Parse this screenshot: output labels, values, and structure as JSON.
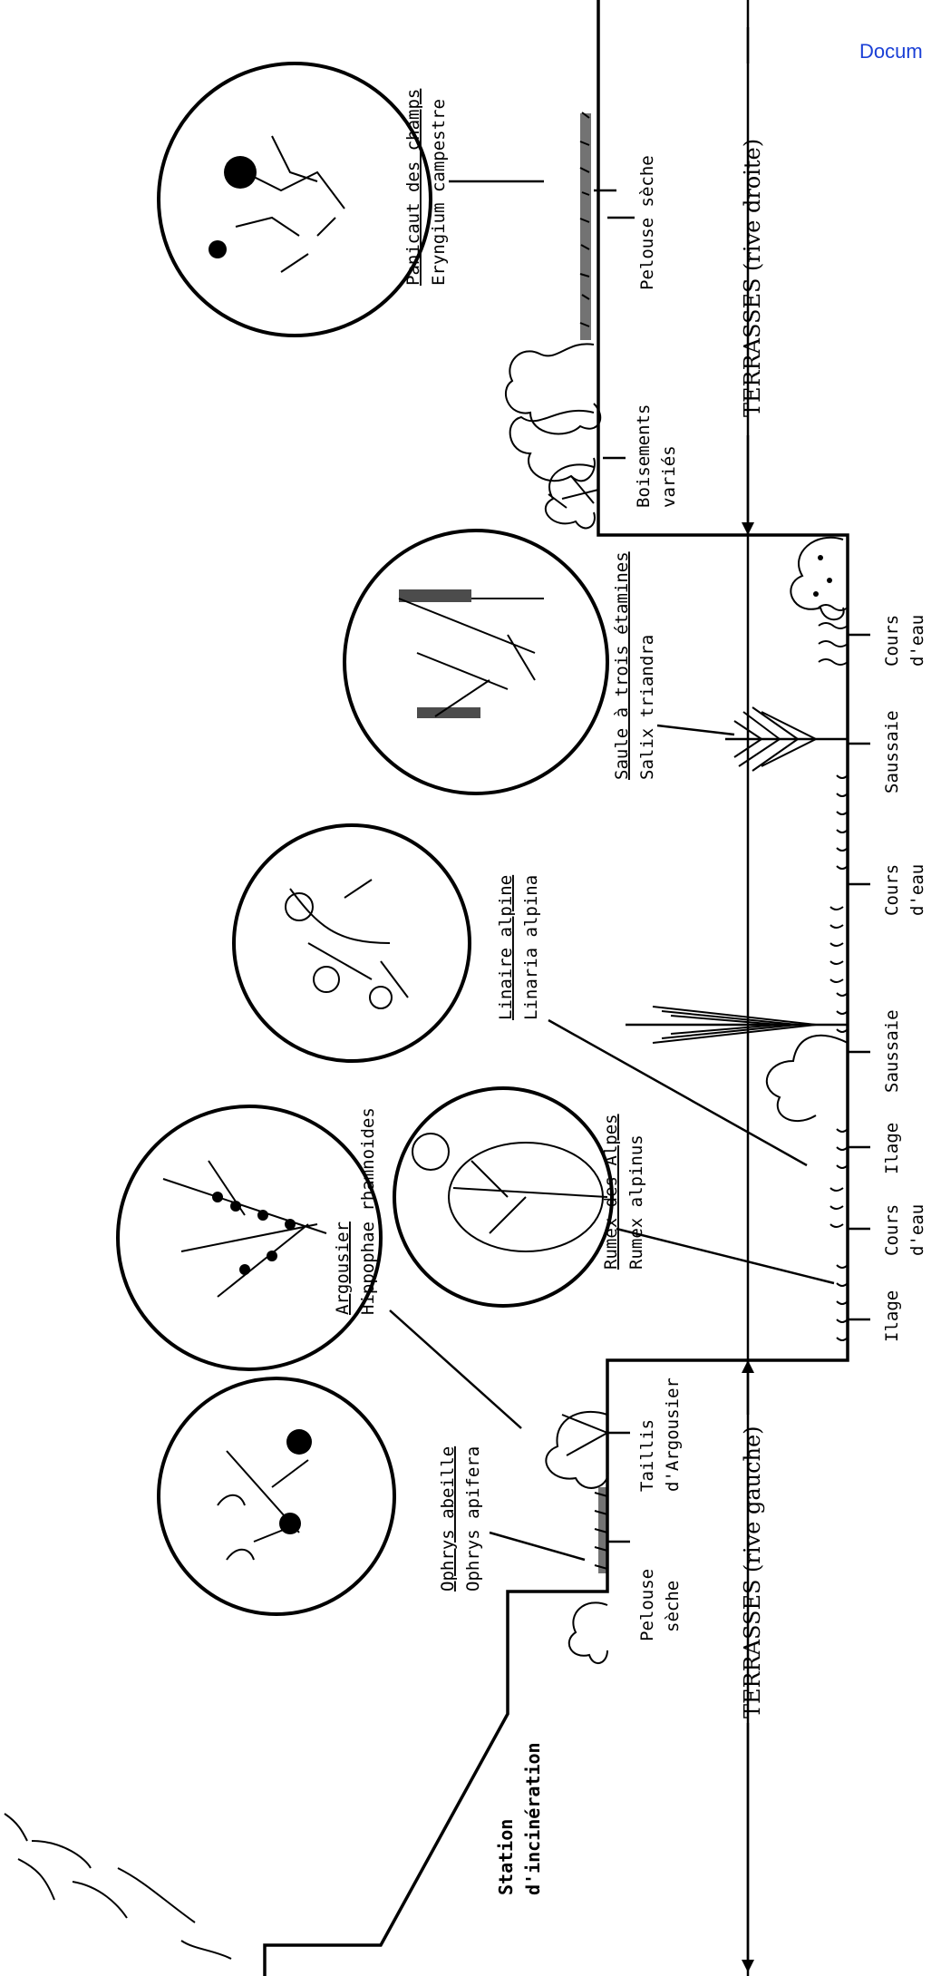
{
  "header": {
    "doc_link": "Docum"
  },
  "terraces": {
    "left": "TERRASSES (rive gauche)",
    "right": "TERRASSES (rive droite)"
  },
  "station": {
    "line1": "Station",
    "line2": "d'incinération"
  },
  "zones": {
    "pelouse_gauche": [
      "Pelouse",
      "sèche"
    ],
    "taillis": [
      "Taillis",
      "d'Argousier"
    ],
    "ilage_1": [
      "Ilage"
    ],
    "cours_1": [
      "Cours",
      "d'eau"
    ],
    "ilage_2": [
      "Ilage"
    ],
    "saussaie_1": [
      "Saussaie"
    ],
    "cours_2": [
      "Cours",
      "d'eau"
    ],
    "saussaie_2": [
      "Saussaie"
    ],
    "cours_3": [
      "Cours",
      "d'eau"
    ],
    "boisements": [
      "Boisements",
      "variés"
    ],
    "pelouse_droite": [
      "Pelouse sèche"
    ]
  },
  "plants": {
    "ophrys": [
      "Ophrys abeille",
      "Ophrys apifera"
    ],
    "argousier": [
      "Argousier",
      "Hippophae rhamnoides"
    ],
    "rumex": [
      "Rumex des Alpes",
      "Rumex alpinus"
    ],
    "linaire": [
      "Linaire alpine",
      "Linaria alpina"
    ],
    "saule": [
      "Saule à trois étamines",
      "Salix triandra"
    ],
    "panicaut": [
      "Panicaut des champs",
      "Eryngium campestre"
    ]
  }
}
